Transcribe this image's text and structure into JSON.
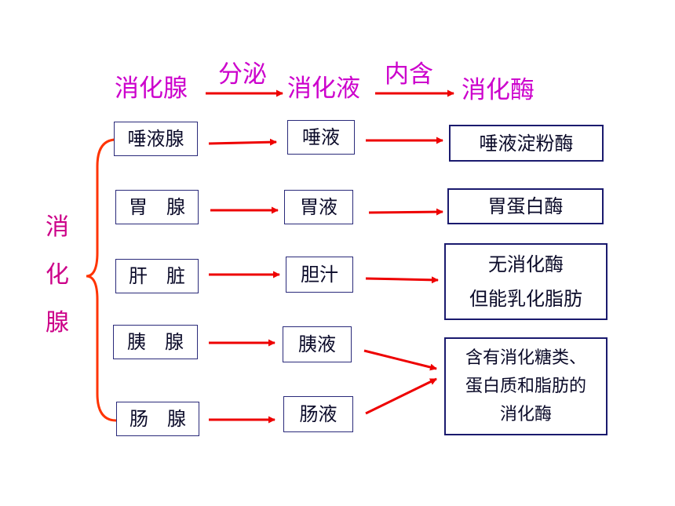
{
  "header": {
    "gland": "消化腺",
    "secrete": "分泌",
    "juice": "消化液",
    "contain": "内含",
    "enzyme": "消化酶"
  },
  "side_label": [
    "消",
    "化",
    "腺"
  ],
  "rows": [
    {
      "gland": "唾液腺",
      "juice": "唾液",
      "enzyme_lines": [
        "唾液淀粉酶"
      ]
    },
    {
      "gland": "胃　腺",
      "juice": "胃液",
      "enzyme_lines": [
        "胃蛋白酶"
      ]
    },
    {
      "gland": "肝　脏",
      "juice": "胆汁",
      "enzyme_lines": [
        "无消化酶",
        "但能乳化脂肪"
      ]
    },
    {
      "gland": "胰　腺",
      "juice": "胰液"
    },
    {
      "gland": "肠　腺",
      "juice": "肠液"
    }
  ],
  "shared_enzyme_lines": [
    "含有消化糖类、",
    "蛋白质和脂肪的",
    "消化酶"
  ],
  "colors": {
    "arrow": "#ee0000",
    "bracket": "#ff3300",
    "heading": "#cc00cc",
    "side": "#cc0088",
    "box_border": "#1a1a6e"
  }
}
